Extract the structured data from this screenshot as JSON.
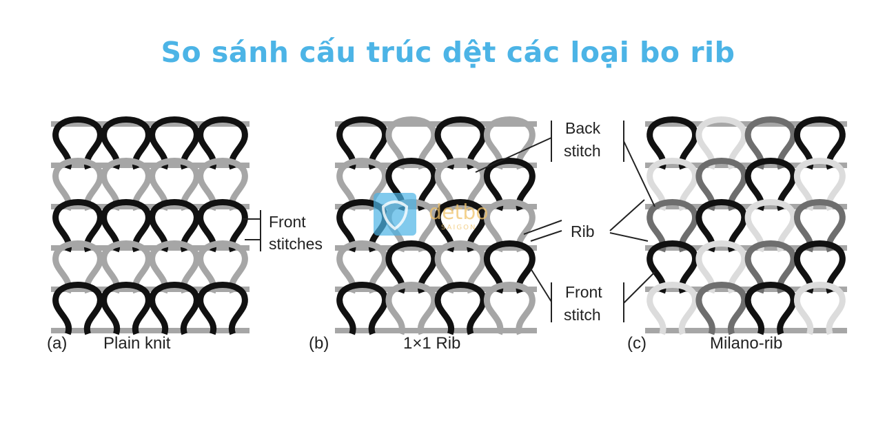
{
  "title": "So sánh cấu trúc dệt các loại bo rib",
  "panels": [
    {
      "tag": "(a)",
      "caption": "Plain knit",
      "labels": [
        "Front",
        "stitches"
      ]
    },
    {
      "tag": "(b)",
      "caption": "1×1 Rib",
      "labels": [
        "Back",
        "stitch",
        "Rib",
        "Front",
        "stitch"
      ]
    },
    {
      "tag": "(c)",
      "caption": "Milano-rib"
    }
  ],
  "watermark": {
    "text": "detbo",
    "sub": "SAIGON"
  },
  "colors": {
    "title": "#4cb4e6",
    "black_yarn": "#111111",
    "gray_yarn": "#a6a6a6",
    "light_yarn": "#dcdcdc",
    "dark_gray_yarn": "#6e6e6e"
  }
}
